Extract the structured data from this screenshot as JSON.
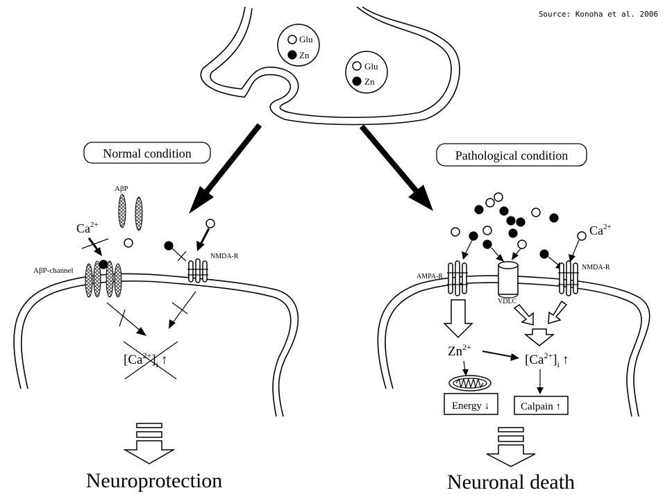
{
  "source_note": "Source: Konoha et al. 2006",
  "legend": {
    "glu": "Glu",
    "zn": "Zn"
  },
  "left": {
    "condition": "Normal condition",
    "abp": "AβP",
    "ca_base": "Ca",
    "ca_sup": "2+",
    "channel": "AβP-channel",
    "nmda": "NMDA-R",
    "cai_open": "[Ca",
    "cai_sup": "2+",
    "cai_close": "]",
    "cai_sub": "i",
    "arrow": "↑",
    "outcome": "Neuroprotection"
  },
  "right": {
    "condition": "Pathological condition",
    "ca_base": "Ca",
    "ca_sup": "2+",
    "ampa": "AMPA-R",
    "vdlc": "VDLC",
    "nmda": "NMDA-R",
    "zn_base": "Zn",
    "zn_sup": "2+",
    "cai_open": "[Ca",
    "cai_sup": "2+",
    "cai_close": "]",
    "cai_sub": "i",
    "arrow": "↑",
    "energy": "Energy ↓",
    "calpain": "Calpain ↑",
    "outcome": "Neuronal death"
  }
}
